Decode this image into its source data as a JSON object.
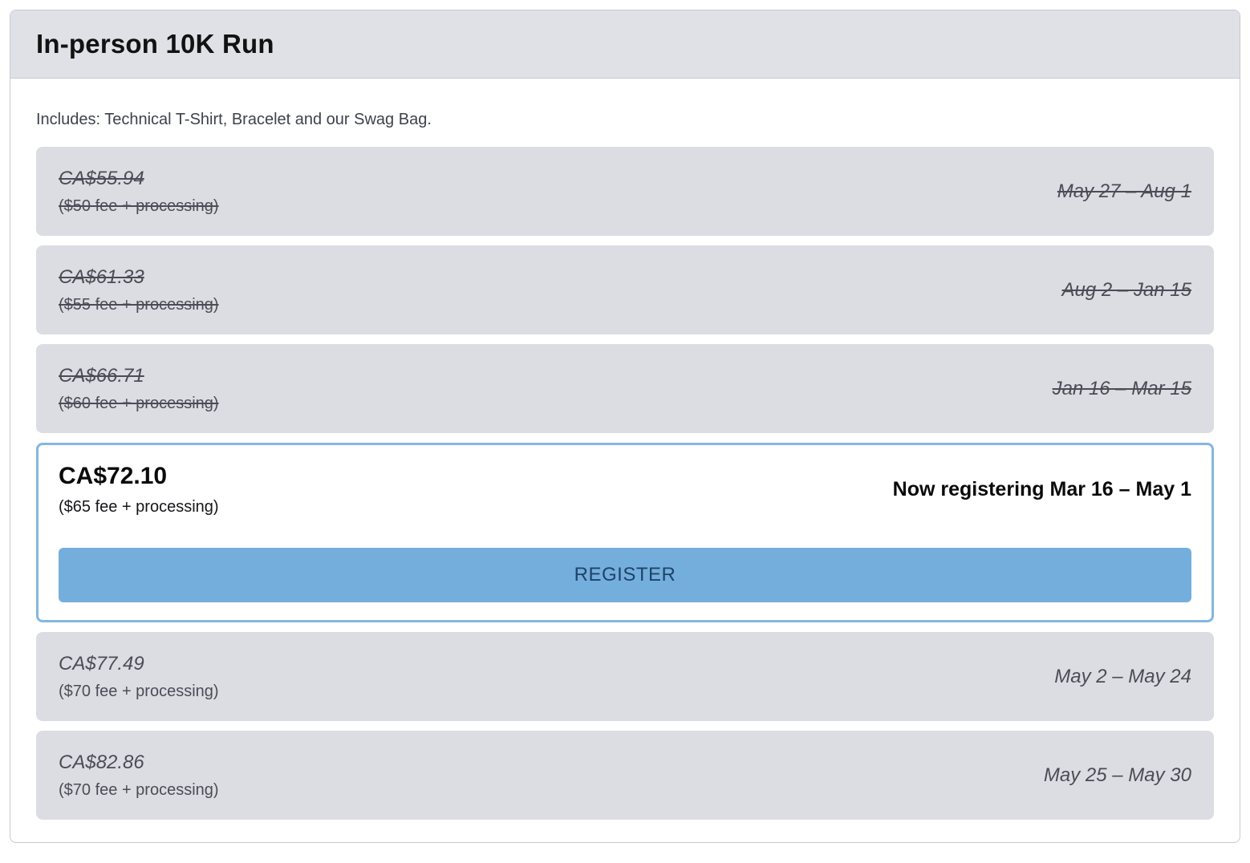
{
  "header": {
    "title": "In-person 10K Run"
  },
  "description": "Includes: Technical T-Shirt, Bracelet and our Swag Bag.",
  "tiers": [
    {
      "price": "CA$55.94",
      "fee": "($50 fee + processing)",
      "dates": "May 27 – Aug 1",
      "status": "past"
    },
    {
      "price": "CA$61.33",
      "fee": "($55 fee + processing)",
      "dates": "Aug 2 – Jan 15",
      "status": "past"
    },
    {
      "price": "CA$66.71",
      "fee": "($60 fee + processing)",
      "dates": "Jan 16 – Mar 15",
      "status": "past"
    },
    {
      "price": "CA$72.10",
      "fee": "($65 fee + processing)",
      "dates": "Now registering Mar 16 – May 1",
      "status": "active",
      "button_label": "REGISTER"
    },
    {
      "price": "CA$77.49",
      "fee": "($70 fee + processing)",
      "dates": "May 2 – May 24",
      "status": "future"
    },
    {
      "price": "CA$82.86",
      "fee": "($70 fee + processing)",
      "dates": "May 25 – May 30",
      "status": "future"
    }
  ],
  "colors": {
    "header-bg": "#e0e1e6",
    "row-bg": "#dcdde3",
    "card-border": "#c9cacf",
    "muted-text": "#4b4c56",
    "accent-border": "#85b7e2",
    "button-bg": "#74aedd",
    "button-text": "#1e4368"
  }
}
